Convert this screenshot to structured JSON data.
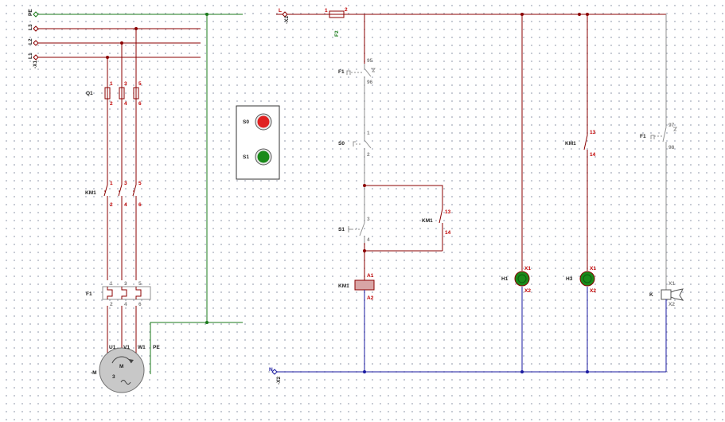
{
  "colors": {
    "pe": "#1a7a1a",
    "phase": "#8b0000",
    "neutral": "#1a1aa0",
    "grey": "#909090",
    "red_lamp": "#e02020",
    "green_lamp": "#1a8a1a"
  },
  "power": {
    "x1_label": "-X1",
    "rails": [
      "PE",
      "L3",
      "L2",
      "L1"
    ],
    "q1": {
      "name": "Q1",
      "top": [
        "1",
        "3",
        "5"
      ],
      "bottom": [
        "2",
        "4",
        "6"
      ]
    },
    "km1": {
      "name": "KM1",
      "top": [
        "1",
        "3",
        "5"
      ],
      "bottom": [
        "2",
        "4",
        "6"
      ]
    },
    "f1": {
      "name": "F1",
      "top": [
        "1",
        "3",
        "5"
      ],
      "bottom": [
        "2",
        "4",
        "6"
      ]
    },
    "motor": {
      "name": "-M",
      "terminals": [
        "U1",
        "V1",
        "W1",
        "PE"
      ],
      "letter": "M",
      "phase": "3"
    }
  },
  "panel": {
    "s0": "S0",
    "s1": "S1"
  },
  "control": {
    "x2_label": "-X2",
    "l_label": "L",
    "n_label": "N",
    "fuse": {
      "name": "F2",
      "a": "1",
      "b": "2"
    },
    "f1_nc": {
      "name": "F1",
      "a": "95",
      "b": "96"
    },
    "s0": {
      "name": "S0",
      "a": "1",
      "b": "2"
    },
    "s1": {
      "name": "S1",
      "a": "3",
      "b": "4"
    },
    "km1_hold": {
      "name": "KM1",
      "a": "13",
      "b": "14"
    },
    "km1_coil": {
      "name": "KM1",
      "a": "A1",
      "b": "A2"
    },
    "h1": {
      "name": "H1",
      "a": "X1",
      "b": "X2"
    },
    "km1_sig": {
      "name": "KM1",
      "a": "13",
      "b": "14"
    },
    "h3": {
      "name": "H3",
      "a": "X1",
      "b": "X2"
    },
    "f1_no": {
      "name": "F1",
      "a": "97",
      "b": "98"
    },
    "k": {
      "name": "K",
      "a": "X1",
      "b": "X2"
    }
  }
}
